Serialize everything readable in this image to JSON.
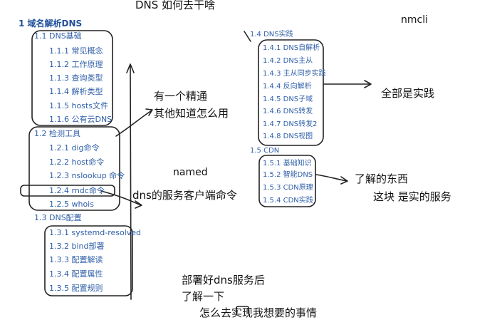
{
  "top": {
    "title": "DNS 如何去干啥",
    "nmcli": "nmcli"
  },
  "toc": {
    "root": "1 域名解析DNS",
    "s1_1": {
      "title": "1.1 DNS基础",
      "items": [
        "1.1.1 常见概念",
        "1.1.2 工作原理",
        "1.1.3 查询类型",
        "1.1.4 解析类型",
        "1.1.5 hosts文件",
        "1.1.6 公有云DNS"
      ]
    },
    "s1_2": {
      "title": "1.2 检测工具",
      "items": [
        "1.2.1 dig命令",
        "1.2.2 host命令",
        "1.2.3 nslookup 命令",
        "1.2.4 rndc命令",
        "1.2.5 whois"
      ]
    },
    "s1_3": {
      "title": "1.3 DNS配置",
      "items": [
        "1.3.1 systemd-resolved",
        "1.3.2 bind部署",
        "1.3.3 配置解读",
        "1.3.4 配置属性",
        "1.3.5 配置规则"
      ]
    },
    "s1_4": {
      "title": "1.4 DNS实践",
      "items": [
        "1.4.1 DNS自解析",
        "1.4.2 DNS主从",
        "1.4.3 主从同步实践",
        "1.4.4 反向解析",
        "1.4.5 DNS子域",
        "1.4.6 DNS转发",
        "1.4.7 DNS转发2",
        "1.4.8 DNS视图"
      ]
    },
    "s1_5": {
      "title": "1.5 CDN",
      "items": [
        "1.5.1 基础知识",
        "1.5.2 智能DNS",
        "1.5.3 CDN原理",
        "1.5.4 CDN实践"
      ]
    }
  },
  "notes": {
    "n1_line1": "有一个精通",
    "n1_line2": "其他知道怎么用",
    "named": "named",
    "dns_client": "dns的服务客户端命令",
    "all_practice": "全部是实践",
    "cdn_line1": "了解的东西",
    "cdn_line2": "这块 是实的服务",
    "bottom_line1": "部署好dns服务后",
    "bottom_line2": "了解一下",
    "bottom_line3": "怎么去实现我想要的事情"
  }
}
